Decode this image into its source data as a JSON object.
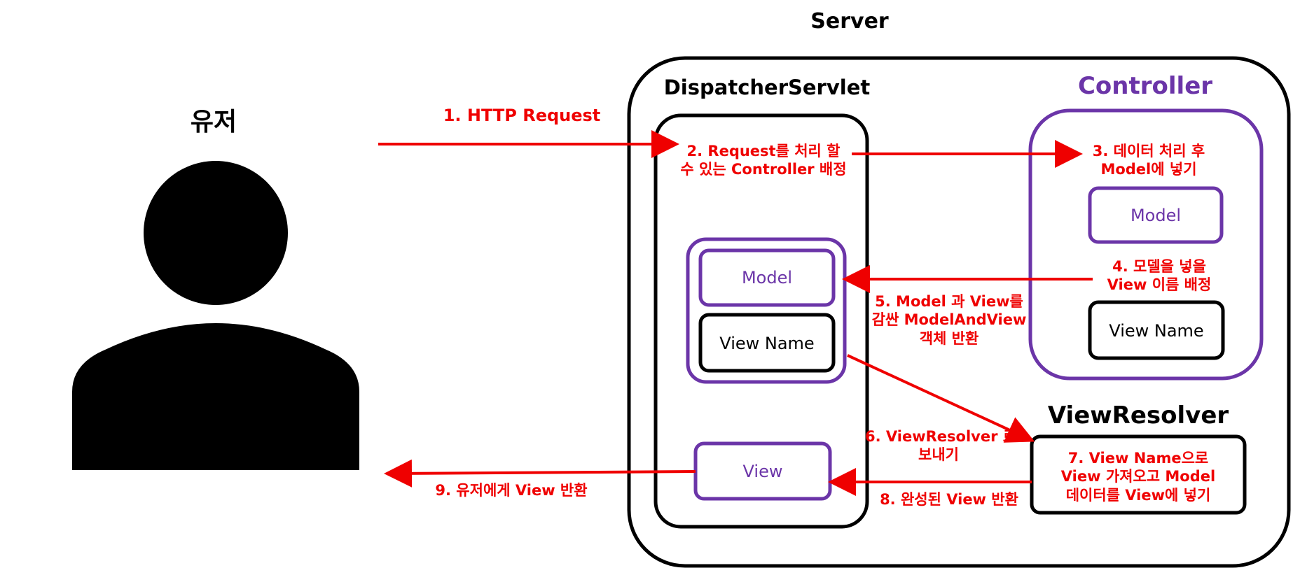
{
  "server": {
    "title": "Server"
  },
  "user": {
    "title": "유저"
  },
  "dispatcher": {
    "title": "DispatcherServlet",
    "model_label": "Model",
    "view_name_label": "View Name",
    "view_label": "View"
  },
  "controller": {
    "title": "Controller",
    "model_label": "Model",
    "view_name_label": "View Name"
  },
  "view_resolver": {
    "title": "ViewResolver",
    "text": [
      "7. View Name으로",
      "View 가져오고 Model",
      "데이터를 View에 넣기"
    ]
  },
  "steps": {
    "s1": "1. HTTP Request",
    "s2": [
      "2. Request를 처리 할",
      "수 있는 Controller 배정"
    ],
    "s3": [
      "3. 데이터 처리 후",
      "Model에 넣기"
    ],
    "s4": [
      "4. 모델을 넣을",
      "View 이름 배정"
    ],
    "s5": [
      "5. Model 과 View를",
      "감싼 ModelAndView",
      "객체 반환"
    ],
    "s6": [
      "6. ViewResolver 로",
      "보내기"
    ],
    "s8": "8. 완성된 View 반환",
    "s9": "9. 유저에게 View 반환"
  },
  "colors": {
    "arrow": "#ef0000",
    "purple": "#6b35a8",
    "black": "#000000"
  },
  "icons": {
    "user": "person-silhouette-icon"
  }
}
